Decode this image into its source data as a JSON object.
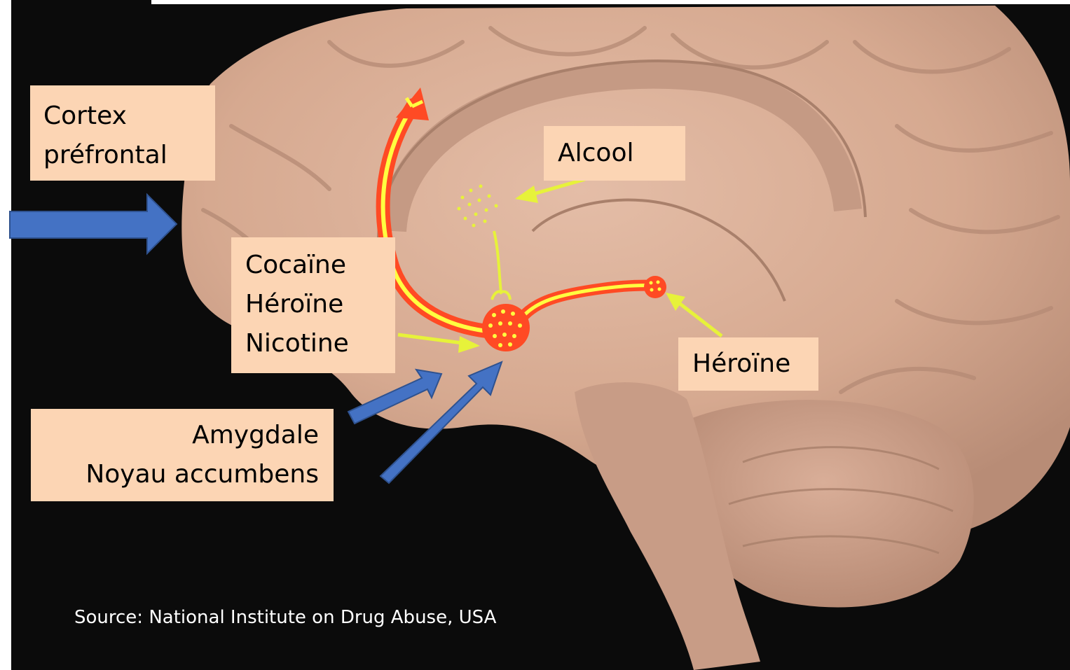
{
  "labels": {
    "cortex_line1": "Cortex",
    "cortex_line2": "préfrontal",
    "alcool": "Alcool",
    "drug_1": "Cocaïne",
    "drug_2": "Héroïne",
    "drug_3": "Nicotine",
    "heroine": "Héroïne",
    "amygdale_line1": "Amygdale",
    "amygdale_line2": "Noyau accumbens"
  },
  "source": "Source: National Institute on Drug Abuse, USA",
  "colors": {
    "background": "#0b0b0b",
    "brain": "#d8ae98",
    "label_box": "#fcd5b4",
    "pathway_red": "#ff4a24",
    "pathway_yellow": "#ffff40",
    "pointer_yellow": "#e7f23a",
    "big_arrow_blue": "#4472c4"
  }
}
